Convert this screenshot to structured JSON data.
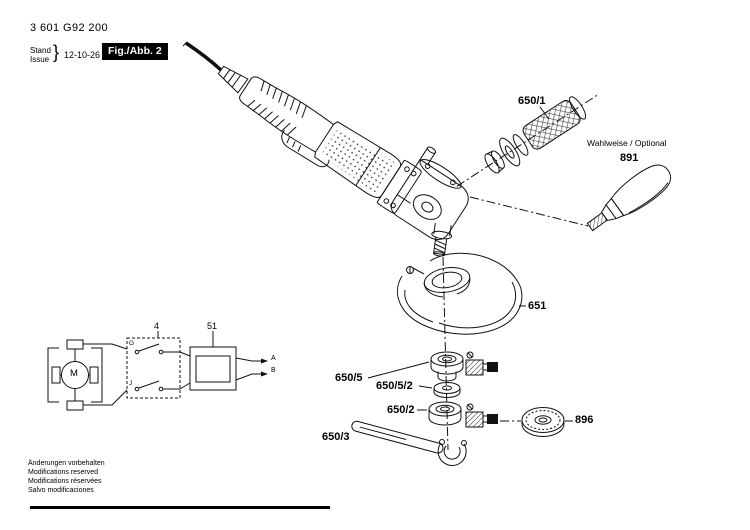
{
  "header": {
    "part_number": "3 601 G92 200",
    "stand_label": "Stand",
    "issue_label": "Issue",
    "brace": "}",
    "issue_date": "12-10-26",
    "figure_label": "Fig./Abb. 2"
  },
  "callouts": {
    "damper": "650/1",
    "optional_note": "Wahlweise / Optional",
    "aux_handle": "891",
    "guard": "651",
    "backing_flange": "650/5",
    "flange_washer": "650/5/2",
    "mounting_flange": "650/2",
    "pin_wrench": "650/3",
    "clamping_nut": "896"
  },
  "schematic": {
    "motor_label": "M",
    "switch_ref": "4",
    "suppressor_ref": "51",
    "terminal_g": "G",
    "terminal_j": "J",
    "terminal_a": "A",
    "terminal_b": "B"
  },
  "footer": {
    "lines": [
      "Änderungen vorbehalten",
      "Modifications reserved",
      "Modifications réservées",
      "Salvo modificaciones"
    ]
  }
}
